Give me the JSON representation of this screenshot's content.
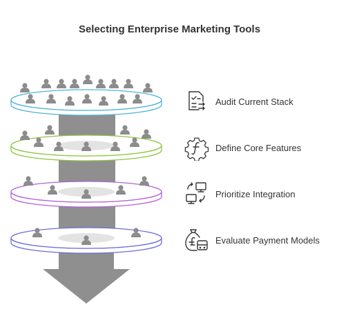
{
  "title": "Selecting Enterprise Marketing Tools",
  "colors": {
    "person": "#8c8c8c",
    "funnel": "#8f8f8f",
    "funnel_edge": "#7a7a7a",
    "ring_fill": "#ffffff",
    "text": "#333333"
  },
  "steps": [
    {
      "label": "Audit Current Stack",
      "icon": "checklist-icon",
      "ring_color": "#4fb3d9"
    },
    {
      "label": "Define Core Features",
      "icon": "gear-function-icon",
      "ring_color": "#8cc63f"
    },
    {
      "label": "Prioritize Integration",
      "icon": "sync-monitors-icon",
      "ring_color": "#b362d6"
    },
    {
      "label": "Evaluate Payment Models",
      "icon": "payment-pound-icon",
      "ring_color": "#6c6cdb"
    }
  ]
}
